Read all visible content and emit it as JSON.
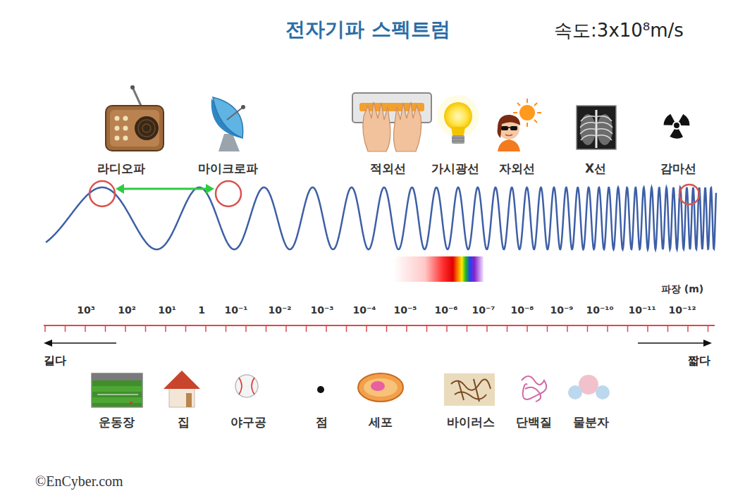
{
  "diagram": {
    "title": "전자기파 스펙트럼",
    "labels": [
      "속도:3x10⁸m/s",
      "라디오파",
      "마이크로파",
      "적외선",
      "가시광선",
      "자외선",
      "X선",
      "감마선",
      "파장 (m)",
      "10³",
      "10²",
      "10¹",
      "1",
      "10⁻¹",
      "10⁻²",
      "10⁻³",
      "10⁻⁴",
      "10⁻⁵",
      "10⁻⁶",
      "10⁻⁷",
      "10⁻⁸",
      "10⁻⁹",
      "10⁻¹⁰",
      "10⁻¹¹",
      "10⁻¹²",
      "길다",
      "짧다",
      "운동장",
      "집",
      "야구공",
      "점",
      "세포",
      "바이러스",
      "단백질",
      "물분자",
      "©EnCyber.com"
    ]
  }
}
